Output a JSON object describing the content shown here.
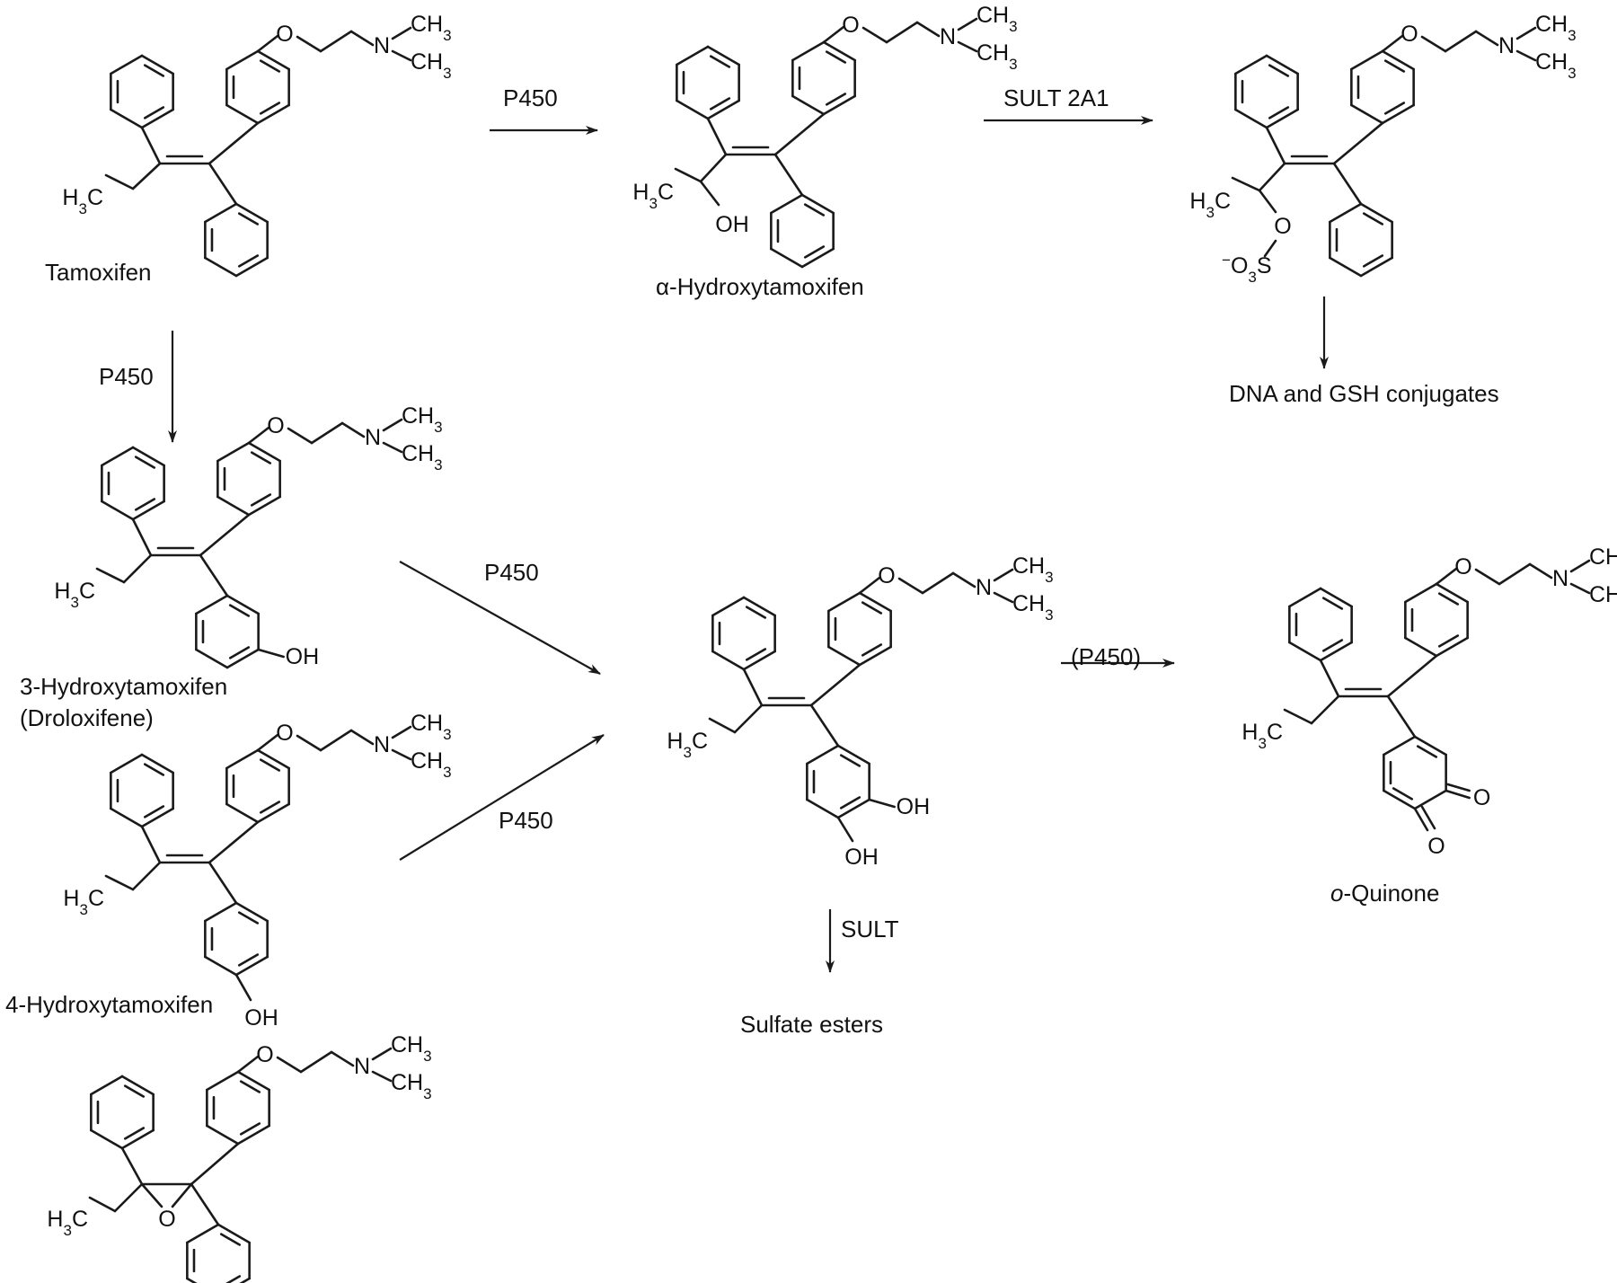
{
  "compounds": {
    "tamoxifen": "Tamoxifen",
    "alpha_hydroxy": "α-Hydroxytamoxifen",
    "hydroxy3": "3-Hydroxytamoxifen",
    "droloxifene": "(Droloxifene)",
    "hydroxy4": "4-Hydroxytamoxifen",
    "quinone_prefix": "o",
    "quinone_name": "-Quinone"
  },
  "products": {
    "conjugates": "DNA and GSH conjugates",
    "sulfate_esters": "Sulfate esters"
  },
  "enzymes": {
    "p450_top": "P450",
    "sult2a1": "SULT 2A1",
    "p450_left": "P450",
    "p450_diag_upper": "P450",
    "p450_diag_lower": "P450",
    "p450_paren": "(P450)",
    "sult": "SULT"
  },
  "atoms": {
    "O": "O",
    "N": "N",
    "CH": "CH",
    "H": "H",
    "C": "C",
    "three": "3",
    "OH": "OH",
    "minus": "−",
    "S": "S"
  }
}
